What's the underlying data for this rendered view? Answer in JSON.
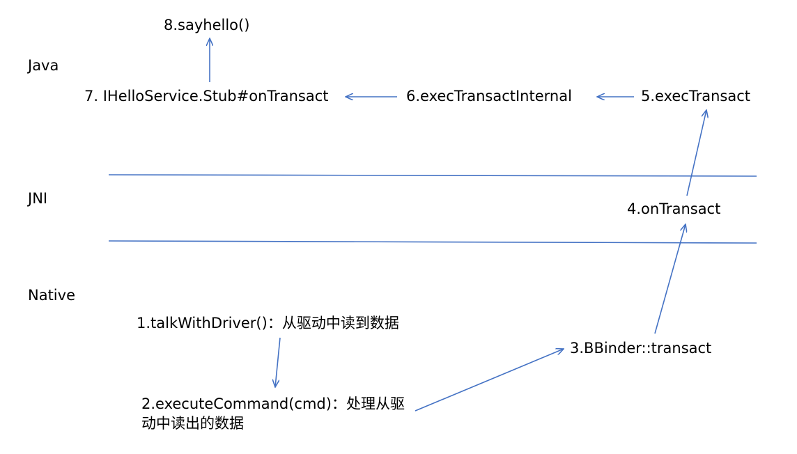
{
  "colors": {
    "line": "#4472c4",
    "text": "#000000",
    "background": "#ffffff"
  },
  "layers": {
    "java": "Java",
    "jni": "JNI",
    "native": "Native"
  },
  "steps": {
    "s1": "1.talkWithDriver()：从驱动中读到数据",
    "s2": "2.executeCommand(cmd)：处理从驱动中读出的数据",
    "s3": "3.BBinder::transact",
    "s4": "4.onTransact",
    "s5": "5.execTransact",
    "s6": "6.execTransactInternal",
    "s7": "7. IHelloService.Stub#onTransact",
    "s8": "8.sayhello()"
  }
}
